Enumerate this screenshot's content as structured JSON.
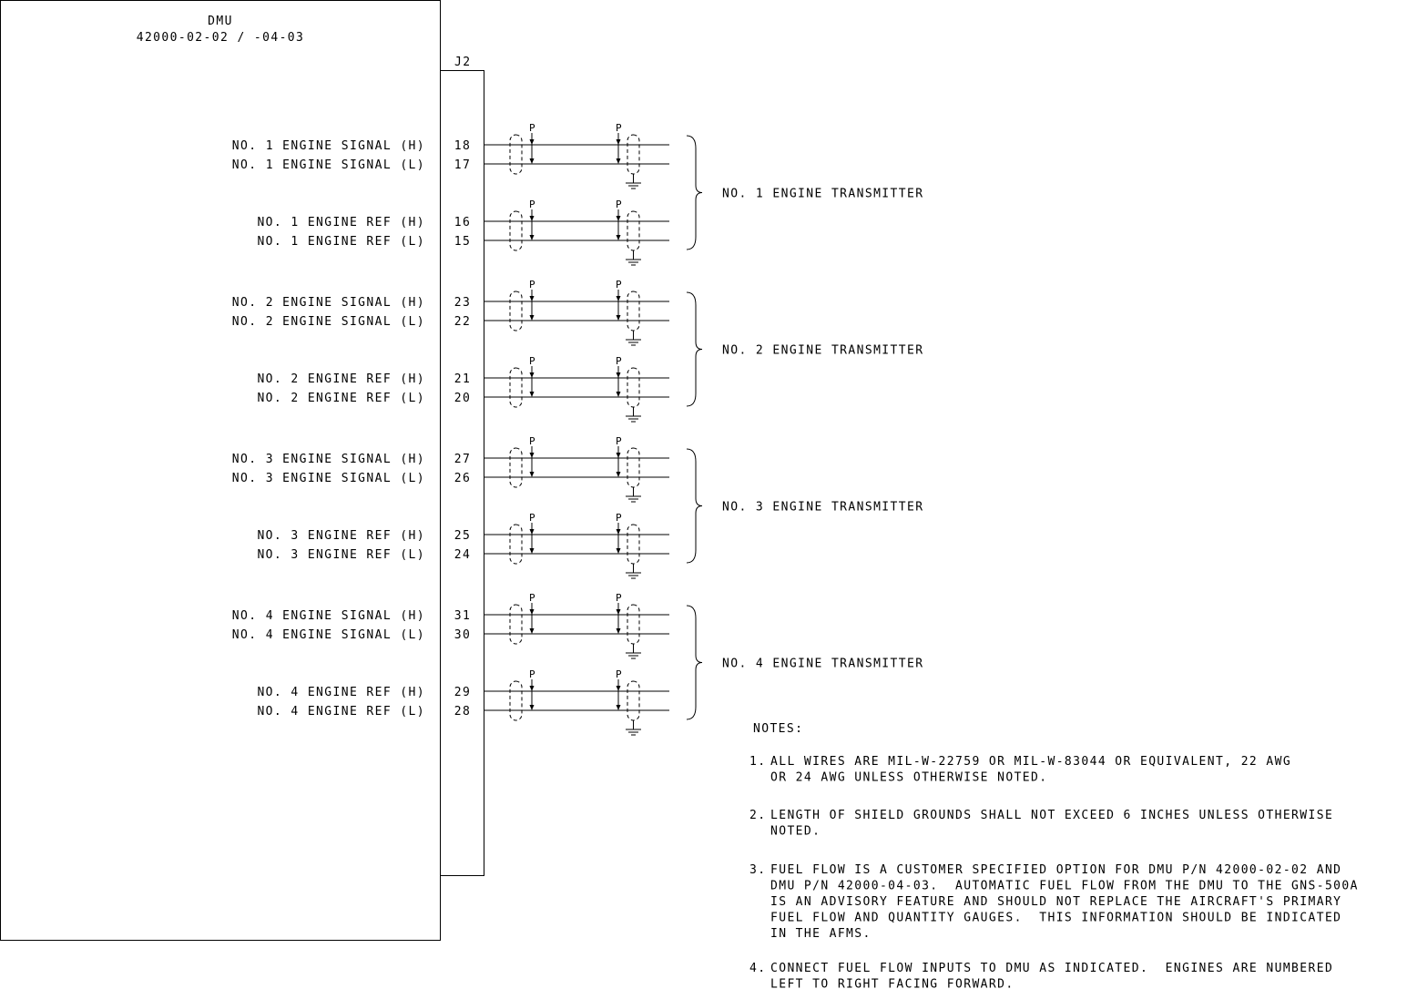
{
  "unit": {
    "name": "DMU",
    "part_numbers": "42000-02-02 / -04-03",
    "connector": "J2"
  },
  "engines": [
    {
      "transmitter": "NO. 1 ENGINE TRANSMITTER",
      "pairs": [
        {
          "wires": [
            {
              "label": "NO. 1 ENGINE SIGNAL (H)",
              "pin": "18"
            },
            {
              "label": "NO. 1 ENGINE SIGNAL (L)",
              "pin": "17"
            }
          ]
        },
        {
          "wires": [
            {
              "label": "NO. 1 ENGINE REF (H)",
              "pin": "16"
            },
            {
              "label": "NO. 1 ENGINE REF (L)",
              "pin": "15"
            }
          ]
        }
      ]
    },
    {
      "transmitter": "NO. 2 ENGINE TRANSMITTER",
      "pairs": [
        {
          "wires": [
            {
              "label": "NO. 2 ENGINE SIGNAL (H)",
              "pin": "23"
            },
            {
              "label": "NO. 2 ENGINE SIGNAL (L)",
              "pin": "22"
            }
          ]
        },
        {
          "wires": [
            {
              "label": "NO. 2 ENGINE REF (H)",
              "pin": "21"
            },
            {
              "label": "NO. 2 ENGINE REF (L)",
              "pin": "20"
            }
          ]
        }
      ]
    },
    {
      "transmitter": "NO. 3 ENGINE TRANSMITTER",
      "pairs": [
        {
          "wires": [
            {
              "label": "NO. 3 ENGINE SIGNAL (H)",
              "pin": "27"
            },
            {
              "label": "NO. 3 ENGINE SIGNAL (L)",
              "pin": "26"
            }
          ]
        },
        {
          "wires": [
            {
              "label": "NO. 3 ENGINE REF (H)",
              "pin": "25"
            },
            {
              "label": "NO. 3 ENGINE REF (L)",
              "pin": "24"
            }
          ]
        }
      ]
    },
    {
      "transmitter": "NO. 4 ENGINE TRANSMITTER",
      "pairs": [
        {
          "wires": [
            {
              "label": "NO. 4 ENGINE SIGNAL (H)",
              "pin": "31"
            },
            {
              "label": "NO. 4 ENGINE SIGNAL (L)",
              "pin": "30"
            }
          ]
        },
        {
          "wires": [
            {
              "label": "NO. 4 ENGINE REF (H)",
              "pin": "29"
            },
            {
              "label": "NO. 4 ENGINE REF (L)",
              "pin": "28"
            }
          ]
        }
      ]
    }
  ],
  "splice_label": "P",
  "notes": {
    "title": "NOTES:",
    "items": [
      {
        "number": "1.",
        "lines": [
          "ALL WIRES ARE MIL-W-22759 OR MIL-W-83044 OR EQUIVALENT, 22 AWG",
          "OR 24 AWG UNLESS OTHERWISE NOTED."
        ]
      },
      {
        "number": "2.",
        "lines": [
          "LENGTH OF SHIELD GROUNDS SHALL NOT EXCEED 6 INCHES UNLESS OTHERWISE",
          "NOTED."
        ]
      },
      {
        "number": "3.",
        "lines": [
          "FUEL FLOW IS A CUSTOMER SPECIFIED OPTION FOR DMU P/N 42000-02-02 AND",
          "DMU P/N 42000-04-03.  AUTOMATIC FUEL FLOW FROM THE DMU TO THE GNS-500A",
          "IS AN ADVISORY FEATURE AND SHOULD NOT REPLACE THE AIRCRAFT'S PRIMARY",
          "FUEL FLOW AND QUANTITY GAUGES.  THIS INFORMATION SHOULD BE INDICATED",
          "IN THE AFMS."
        ]
      },
      {
        "number": "4.",
        "lines": [
          "CONNECT FUEL FLOW INPUTS TO DMU AS INDICATED.  ENGINES ARE NUMBERED",
          "LEFT TO RIGHT FACING FORWARD."
        ]
      }
    ]
  }
}
